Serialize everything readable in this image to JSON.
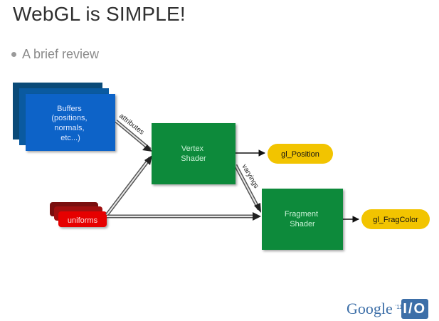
{
  "slide": {
    "title": "WebGL is SIMPLE!",
    "bullet": "A brief review"
  },
  "diagram": {
    "buffers_lines": [
      "Buffers",
      "(positions,",
      "normals,",
      "etc...)"
    ],
    "uniforms": "uniforms",
    "vertex_lines": [
      "Vertex",
      "Shader"
    ],
    "fragment_lines": [
      "Fragment",
      "Shader"
    ],
    "gl_position": "gl_Position",
    "gl_fragcolor": "gl_FragColor",
    "edge_attributes": "attributes",
    "edge_varyings": "varyings"
  },
  "logo": {
    "word": "Google",
    "sup": "'11",
    "io": "I/O"
  },
  "colors": {
    "buffer_blue": "#0a64c8",
    "buffer_blue_back": "#0a4a90",
    "shader_green": "#0d8a3a",
    "uniform_red": "#e60000",
    "uniform_red_back": "#8a0f0f",
    "output_yellow": "#f2c400",
    "brand_blue": "#3d6fa8"
  }
}
